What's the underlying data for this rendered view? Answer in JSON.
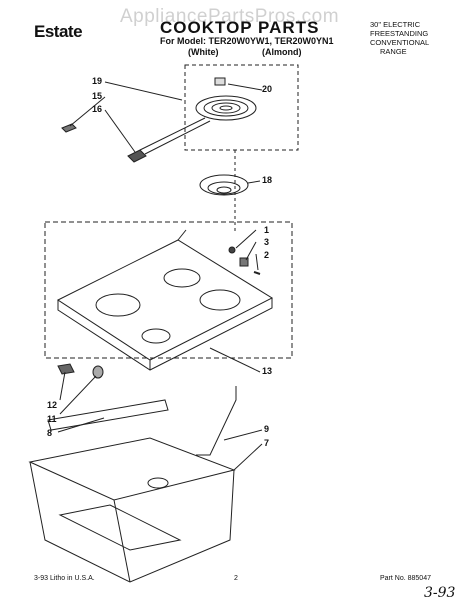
{
  "header": {
    "brand": "Estate",
    "title": "COOKTOP PARTS",
    "watermark": "AppliancePartsPros.com",
    "model_line": "For Model: TER20W0YW1, TER20W0YN1",
    "variant_white": "(White)",
    "variant_almond": "(Almond)",
    "description": [
      "30\" ELECTRIC",
      "FREESTANDING",
      "CONVENTIONAL",
      "RANGE"
    ]
  },
  "callouts": [
    "1",
    "2",
    "3",
    "7",
    "8",
    "9",
    "11",
    "12",
    "13",
    "15",
    "16",
    "18",
    "19",
    "20"
  ],
  "footer": {
    "litho": "3-93 Litho in U.S.A.",
    "page": "2",
    "part_no": "Part No. 885047",
    "handwritten": "3-93"
  }
}
